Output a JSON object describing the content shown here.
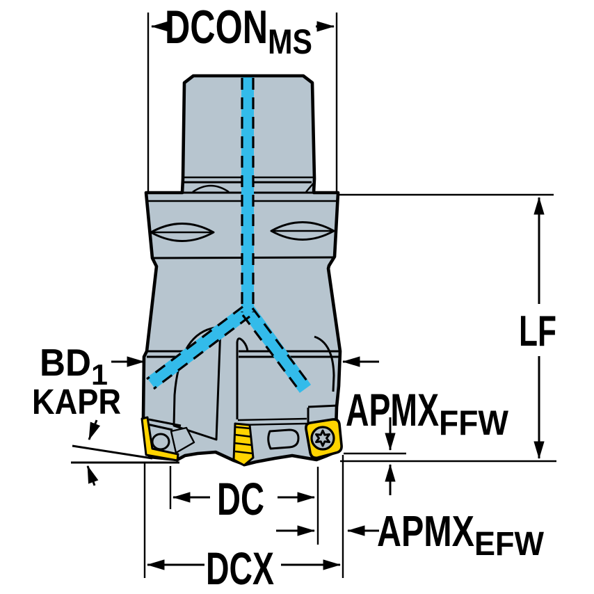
{
  "diagram": {
    "colors": {
      "background": "#ffffff",
      "body": "#b7c5cf",
      "outline": "#000000",
      "coolant": "#33bbea",
      "insert": "#ffd400",
      "screw": "#b3bfc8"
    },
    "labels": {
      "dcon_ms": {
        "main": "DCON",
        "sub": "MS"
      },
      "lf": {
        "main": "LF"
      },
      "bd1": {
        "main": "BD",
        "sub": "1"
      },
      "kapr": {
        "main": "KAPR"
      },
      "apmx_ffw": {
        "main": "APMX",
        "sub": "FFW"
      },
      "dc": {
        "main": "DC"
      },
      "apmx_efw": {
        "main": "APMX",
        "sub": "EFW"
      },
      "dcx": {
        "main": "DCX"
      }
    }
  }
}
